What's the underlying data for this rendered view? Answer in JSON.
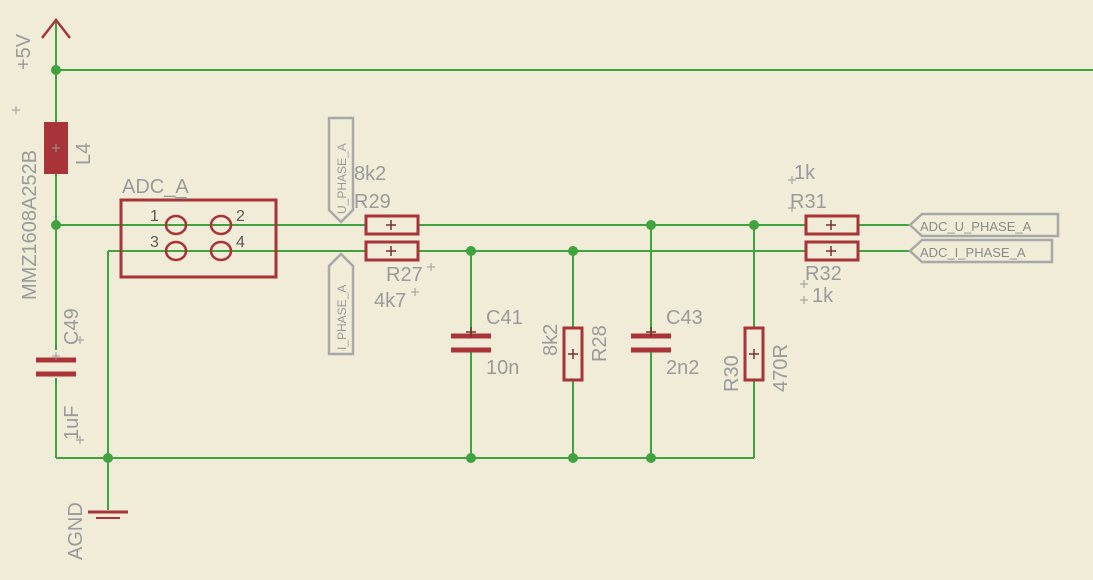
{
  "supply": {
    "label": "+5V"
  },
  "ground": {
    "label": "AGND"
  },
  "inductor": {
    "name": "L4",
    "value": "MMZ1608A252B"
  },
  "capacitors": {
    "c49": {
      "name": "C49",
      "value": "1uF"
    },
    "c41": {
      "name": "C41",
      "value": "10n"
    },
    "c43": {
      "name": "C43",
      "value": "2n2"
    }
  },
  "resistors": {
    "r29": {
      "name": "R29",
      "value": "8k2"
    },
    "r27": {
      "name": "R27",
      "value": "4k7"
    },
    "r28": {
      "name": "R28",
      "value": "8k2"
    },
    "r30": {
      "name": "R30",
      "value": "470R"
    },
    "r31": {
      "name": "R31",
      "value": "1k"
    },
    "r32": {
      "name": "R32",
      "value": "1k"
    }
  },
  "connector": {
    "name": "ADC_A",
    "pins": [
      "1",
      "2",
      "3",
      "4"
    ]
  },
  "net_labels": {
    "u_phase": "U_PHASE_A",
    "i_phase": "I_PHASE_A",
    "adc_u": "ADC_U_PHASE_A",
    "adc_i": "ADC_I_PHASE_A"
  },
  "colors": {
    "background": "#f0ecd8",
    "wire": "#3fa33f",
    "component": "#a8343a",
    "label": "#9a9a9a"
  }
}
